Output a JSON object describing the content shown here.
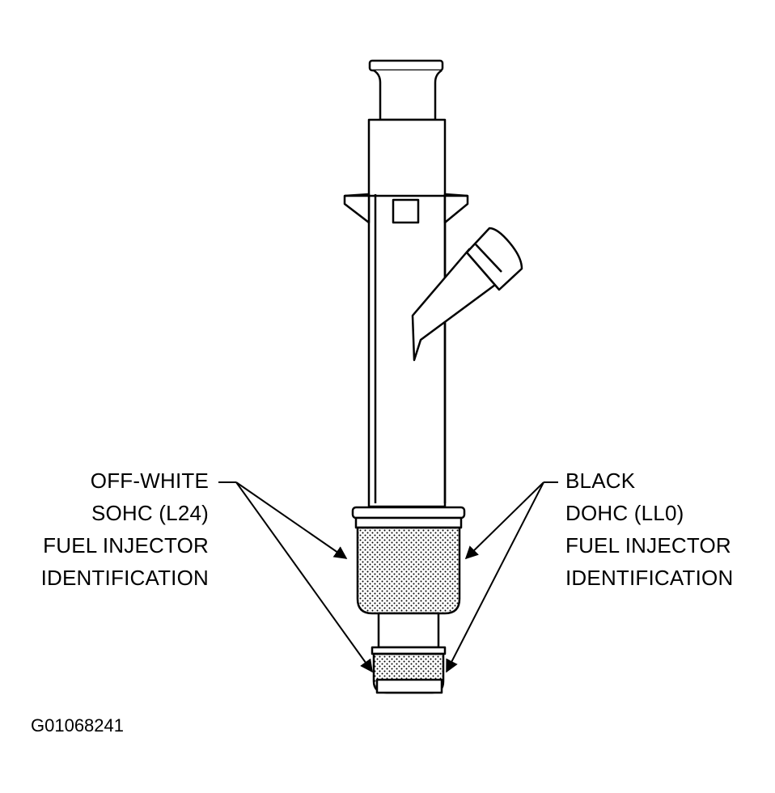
{
  "left_callout": {
    "lines": [
      "OFF-WHITE",
      "SOHC (L24)",
      "FUEL INJECTOR",
      "IDENTIFICATION"
    ]
  },
  "right_callout": {
    "lines": [
      "BLACK",
      "DOHC (LL0)",
      "FUEL INJECTOR",
      "IDENTIFICATION"
    ]
  },
  "figure_id": "G01068241",
  "colors": {
    "ink": "#000000",
    "paper": "#ffffff"
  }
}
